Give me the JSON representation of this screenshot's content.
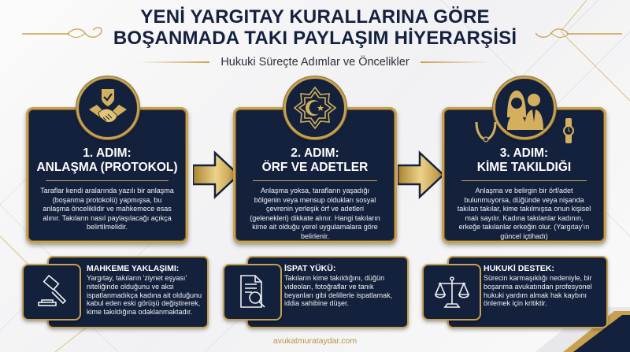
{
  "header": {
    "title_line1": "YENİ YARGITAY KURALLARINA GÖRE",
    "title_line2": "BOŞANMADA TAKI PAYLAŞIM HİYERARŞİSİ",
    "subtitle": "Hukuki Süreçte Adımlar ve Öncelikler"
  },
  "steps": [
    {
      "icon": "handshake-shield-icon",
      "title_line1": "1. ADIM:",
      "title_line2": "ANLAŞMA (PROTOKOL)",
      "body": "Taraflar kendi aralarında yazılı bir anlaşma (boşanma protokolü) yapmışsa, bu anlaşma önceliklidir ve mahkemece esas alınır. Takıların nasıl paylaşılacağı açıkça belirtilmelidir."
    },
    {
      "icon": "crescent-star-icon",
      "title_line1": "2. ADIM:",
      "title_line2": "ÖRF VE ADETLER",
      "body": "Anlaşma yoksa, tarafların yaşadığı bölgenin veya mensup oldukları sosyal çevrenin yerleşik örf ve adetleri (gelenekleri) dikkate alınır. Hangi takıların kime ait olduğu yerel uygulamalara göre belirlenir."
    },
    {
      "icon": "bride-groom-icon",
      "title_line1": "3. ADIM:",
      "title_line2": "KİME TAKILDIĞI",
      "body": "Anlaşma ve belirgin bir örf/adet bulunmuyorsa, düğünde veya nişanda takılan takılar, kime takılmışsa onun kişisel malı sayılır. Kadına takılanlar kadının, erkeğe takılanlar erkeğin olur. (Yargıtay'ın güncel içtihadı)"
    }
  ],
  "info_boxes": [
    {
      "icon": "gavel-icon",
      "title": "MAHKEME YAKLAŞIMI:",
      "body": "Yargıtay, takıların 'ziynet eşyası' niteliğinde olduğunu ve aksi ispatlanmadıkça kadına ait olduğunu kabul eden eski görüşü değiştirerek, kime takıldığına odaklanmaktadır."
    },
    {
      "icon": "document-search-icon",
      "title": "İSPAT YÜKÜ:",
      "body": "Takıların kime takıldığını, düğün videoları, fotoğraflar ve tanık beyanları gibi delillerle ispatlamak, iddia sahibine düşer."
    },
    {
      "icon": "scales-of-justice-icon",
      "title": "HUKUKİ DESTEK:",
      "body": "Sürecin karmaşıklığı nedeniyle, bir boşanma avukatından profesyonel hukuki yardım almak hak kaybını önlemek için kritiktir."
    }
  ],
  "footer": {
    "website": "avukatmurataydar.com"
  },
  "colors": {
    "navy": "#14213d",
    "gold": "#c8a14f",
    "title": "#15213f",
    "footer": "#b5953e"
  }
}
